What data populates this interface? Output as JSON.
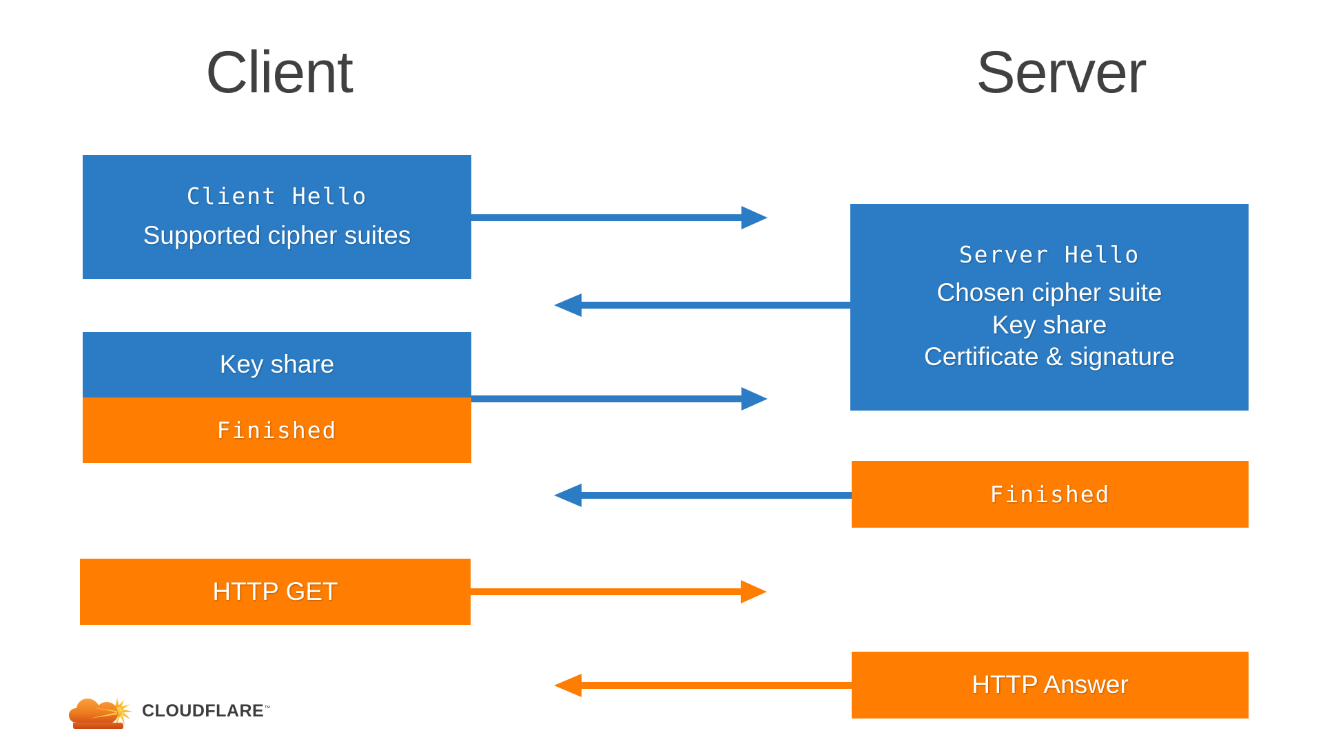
{
  "diagram": {
    "title_client": "Client",
    "title_server": "Server",
    "colors": {
      "blue": "#2B7CC4",
      "orange": "#FF7D00",
      "title_gray": "#404040",
      "background": "#FFFFFF"
    }
  },
  "client_messages": {
    "hello": {
      "line1": "Client Hello",
      "line2": "Supported cipher suites",
      "color": "#2B7CC4"
    },
    "key_share": {
      "label": "Key share",
      "color": "#2B7CC4"
    },
    "finished": {
      "label": "Finished",
      "color": "#FF7D00"
    },
    "http_get": {
      "label": "HTTP GET",
      "color": "#FF7D00"
    }
  },
  "server_messages": {
    "hello": {
      "line1": "Server Hello",
      "line2": "Chosen cipher suite",
      "line3": "Key share",
      "line4": "Certificate & signature",
      "color": "#2B7CC4"
    },
    "finished": {
      "label": "Finished",
      "color": "#FF7D00"
    },
    "http_answer": {
      "label": "HTTP Answer",
      "color": "#FF7D00"
    }
  },
  "arrows": [
    {
      "name": "client-hello-arrow",
      "direction": "right",
      "color": "#2B7CC4"
    },
    {
      "name": "server-hello-arrow",
      "direction": "left",
      "color": "#2B7CC4"
    },
    {
      "name": "client-keyshare-arrow",
      "direction": "right",
      "color": "#2B7CC4"
    },
    {
      "name": "server-finished-arrow",
      "direction": "left",
      "color": "#2B7CC4"
    },
    {
      "name": "http-get-arrow",
      "direction": "right",
      "color": "#FF7D00"
    },
    {
      "name": "http-answer-arrow",
      "direction": "left",
      "color": "#FF7D00"
    }
  ],
  "branding": {
    "wordmark": "CLOUDFLARE",
    "trademark": "™"
  }
}
